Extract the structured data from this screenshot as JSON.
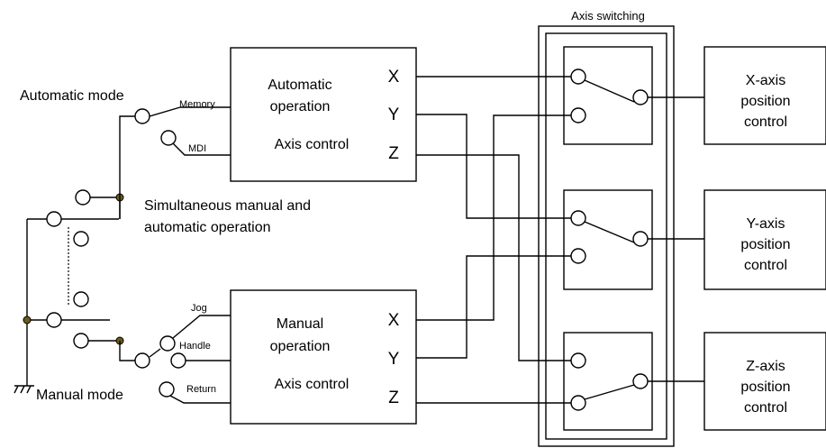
{
  "labels": {
    "axis_switching": "Axis switching",
    "automatic_mode": "Automatic mode",
    "manual_mode": "Manual mode",
    "memory": "Memory",
    "mdi": "MDI",
    "jog": "Jog",
    "handle": "Handle",
    "return": "Return",
    "simultaneous_line1": "Simultaneous manual and",
    "simultaneous_line2": "automatic operation"
  },
  "auto_block": {
    "line1": "Automatic",
    "line2": "operation",
    "line3": "Axis control",
    "ports": [
      "X",
      "Y",
      "Z"
    ]
  },
  "manual_block": {
    "line1": "Manual",
    "line2": "operation",
    "line3": "Axis control",
    "ports": [
      "X",
      "Y",
      "Z"
    ]
  },
  "position_controls": [
    {
      "line1": "X-axis",
      "line2": "position",
      "line3": "control"
    },
    {
      "line1": "Y-axis",
      "line2": "position",
      "line3": "control"
    },
    {
      "line1": "Z-axis",
      "line2": "position",
      "line3": "control"
    }
  ]
}
